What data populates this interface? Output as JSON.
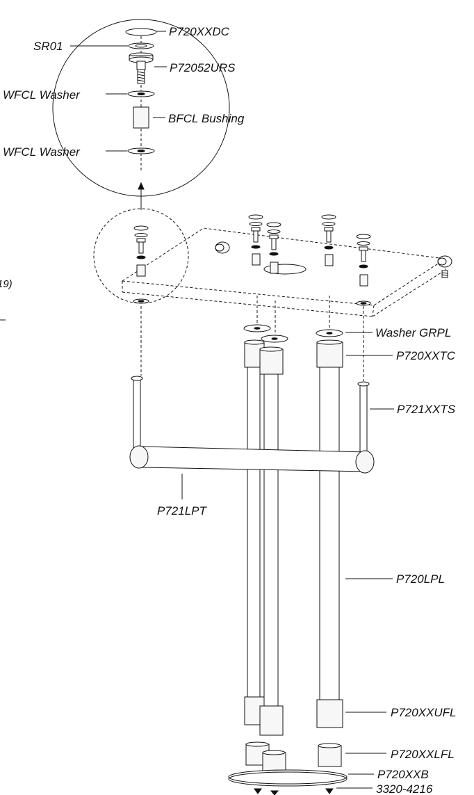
{
  "labels": {
    "dc": "P720XXDC",
    "sr": "SR01",
    "urs": "P72052URS",
    "wfcl1": "WFCL Washer",
    "bfcl": "BFCL Bushing",
    "wfcl2": "WFCL Washer",
    "grpl": "Washer GRPL",
    "tc": "P720XXTC",
    "ts": "P721XXTS",
    "lpt": "P721LPT",
    "lpl": "P720LPL",
    "ufl": "P720XXUFL",
    "lfl": "P720XXLFL",
    "base": "P720XXB",
    "screw": "3320-4216",
    "cut": "19)"
  }
}
